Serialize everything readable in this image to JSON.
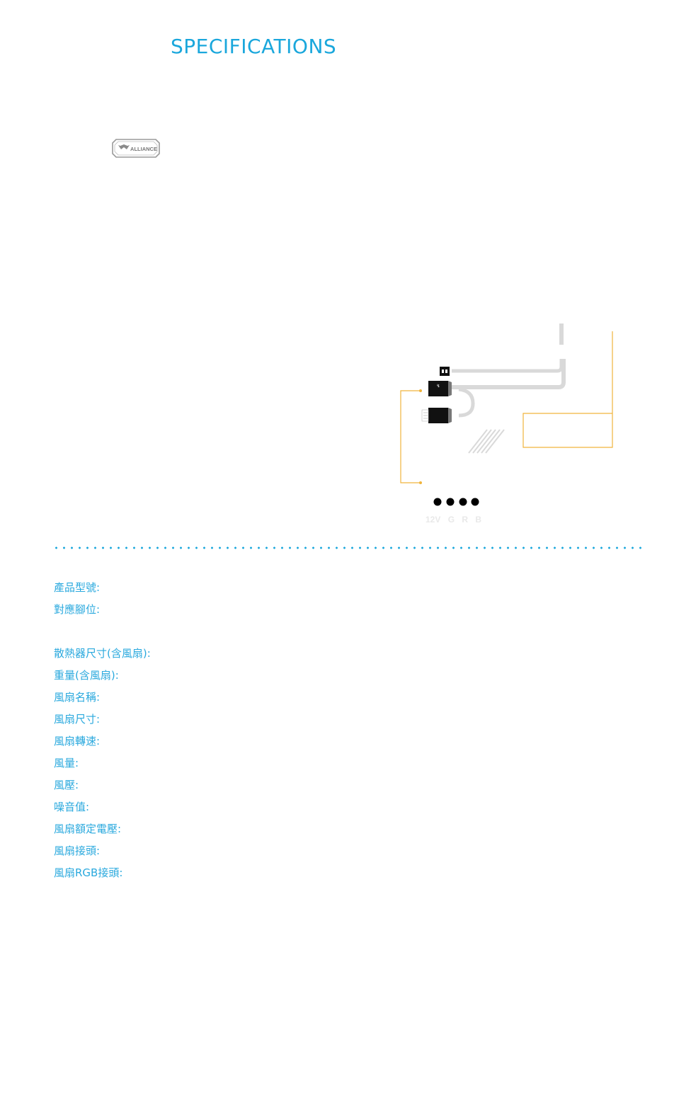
{
  "header": {
    "title": "SPECIFICATIONS"
  },
  "badge": {
    "text": "ALLIANCE",
    "icon": "tuf-gaming-alliance-logo"
  },
  "diagram": {
    "pin_labels": [
      "12V",
      "G",
      "R",
      "B"
    ],
    "icon": "fan-rgb-cable-connector-icon",
    "colors": {
      "accent": "#f0b43c",
      "cable": "#d9d9d9",
      "connector": "#111111"
    }
  },
  "specs": {
    "color": "#2aa9de",
    "rows": [
      {
        "label": "產品型號:"
      },
      {
        "label": "對應腳位:"
      },
      {
        "label": ""
      },
      {
        "label": "散熱器尺寸(含風扇):"
      },
      {
        "label": "重量(含風扇):"
      },
      {
        "label": "風扇名稱:"
      },
      {
        "label": "風扇尺寸:"
      },
      {
        "label": "風扇轉速:"
      },
      {
        "label": "風量:"
      },
      {
        "label": "風壓:"
      },
      {
        "label": "噪音值:"
      },
      {
        "label": "風扇額定電壓:"
      },
      {
        "label": "風扇接頭:"
      },
      {
        "label": "風扇RGB接頭:"
      }
    ]
  }
}
